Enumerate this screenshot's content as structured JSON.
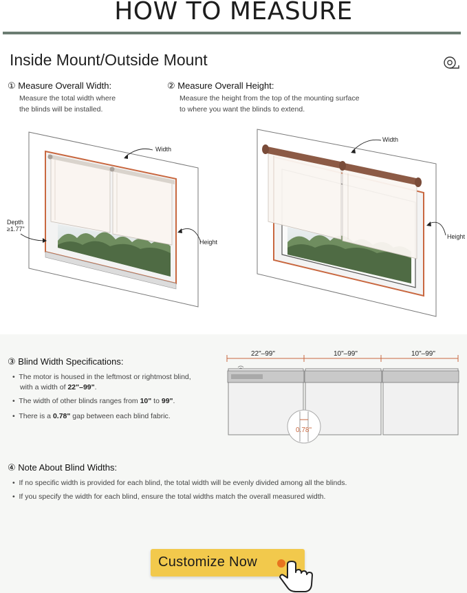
{
  "header": {
    "title": "HOW TO MEASURE"
  },
  "section": {
    "title": "Inside Mount/Outside Mount",
    "icon": "tape-measure-icon"
  },
  "steps": [
    {
      "number": "①",
      "title": "Measure Overall Width:",
      "body_lines": [
        "Measure the total width where",
        "the blinds will be installed."
      ]
    },
    {
      "number": "②",
      "title": "Measure Overall Height:",
      "body_lines": [
        "Measure the height from the top of the mounting surface",
        "to where you want the blinds to extend."
      ]
    }
  ],
  "inside_diagram": {
    "width_label": "Width",
    "height_label": "Height",
    "depth_label": "Depth",
    "depth_value": "≥1.77\""
  },
  "outside_diagram": {
    "width_label": "Width",
    "height_label": "Height"
  },
  "width_specs": {
    "number": "③",
    "title": "Blind Width Specifications:",
    "bullets": [
      {
        "parts": [
          "The motor is housed in the leftmost or rightmost blind,"
        ]
      },
      {
        "parts": [
          "with a width of ",
          "22\"–99\"",
          "."
        ]
      },
      {
        "parts": [
          "The width of other blinds ranges from ",
          "10\"",
          " to ",
          "99\"",
          "."
        ]
      },
      {
        "parts": [
          "There is a ",
          "0.78\"",
          " gap between each blind fabric."
        ]
      }
    ],
    "diagram": {
      "ranges": [
        "22\"–99\"",
        "10\"–99\"",
        "10\"–99\""
      ],
      "gap": "0.78\""
    }
  },
  "notes": {
    "number": "④",
    "title": "Note About Blind Widths:",
    "bullets": [
      "If no specific width is provided for each blind, the total width will be evenly divided among all the blinds.",
      "If you specify the width for each blind, ensure the total widths match the overall measured width."
    ]
  },
  "cta": {
    "label": "Customize Now"
  },
  "colors": {
    "accent_rule": "#6b7c72",
    "frame": "#c8673f",
    "cta_bg": "#f2c94c",
    "cursor_dot": "#e8741e"
  }
}
